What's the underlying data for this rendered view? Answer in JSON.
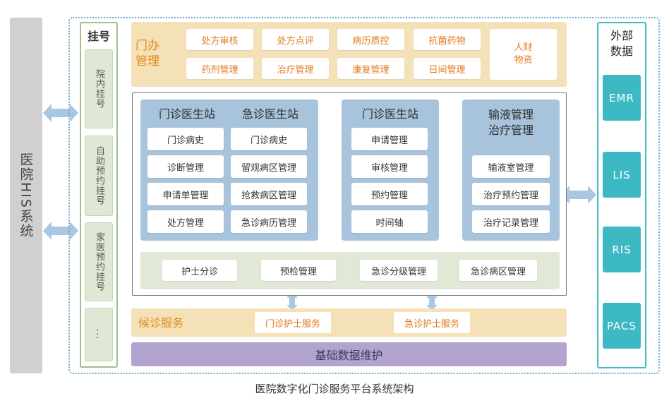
{
  "his": {
    "label": "医院HIS系统"
  },
  "registration": {
    "title": "挂号",
    "items": [
      "院内挂号",
      "自助预约挂号",
      "家医预约挂号",
      "..."
    ]
  },
  "office": {
    "title_line1": "门办",
    "title_line2": "管理",
    "items": [
      "处方审核",
      "处方点评",
      "病历质控",
      "抗菌药物",
      "药剂管理",
      "治疗管理",
      "康复管理",
      "日间管理"
    ],
    "extra_line1": "人财",
    "extra_line2": "物资"
  },
  "outpatient_panel": {
    "title": "门诊医生站",
    "items": [
      "门诊病史",
      "诊断管理",
      "申请单管理",
      "处方管理"
    ]
  },
  "emergency_panel": {
    "title": "急诊医生站",
    "items": [
      "门诊病史",
      "留观病区管理",
      "抢救病区管理",
      "急诊病历管理"
    ]
  },
  "outpatient_panel_2": {
    "title": "门诊医生站",
    "items": [
      "申请管理",
      "审核管理",
      "预约管理",
      "时间轴"
    ]
  },
  "infusion_panel": {
    "title_line1": "输液管理",
    "title_line2": "治疗管理",
    "items": [
      "输液室管理",
      "治疗预约管理",
      "治疗记录管理"
    ]
  },
  "nurse_band": {
    "items": [
      "护士分诊",
      "预检管理",
      "急诊分级管理",
      "急诊病区管理"
    ]
  },
  "waiting": {
    "title": "候诊服务",
    "items": [
      "门诊护士服务",
      "急诊护士服务"
    ]
  },
  "base_data": {
    "label": "基础数据维护"
  },
  "external": {
    "title_line1": "外部",
    "title_line2": "数据",
    "items": [
      "EMR",
      "LIS",
      "RIS",
      "PACS"
    ]
  },
  "caption": "医院数字化门诊服务平台系统架构",
  "colors": {
    "orange_band": "#f5e1b8",
    "orange_text": "#e07a1e",
    "blue_panel": "#a8c4dd",
    "arrow": "#a9c7e0",
    "teal": "#3cb9c2",
    "purple": "#b2a3cf",
    "green_border": "#9fbf8b"
  }
}
